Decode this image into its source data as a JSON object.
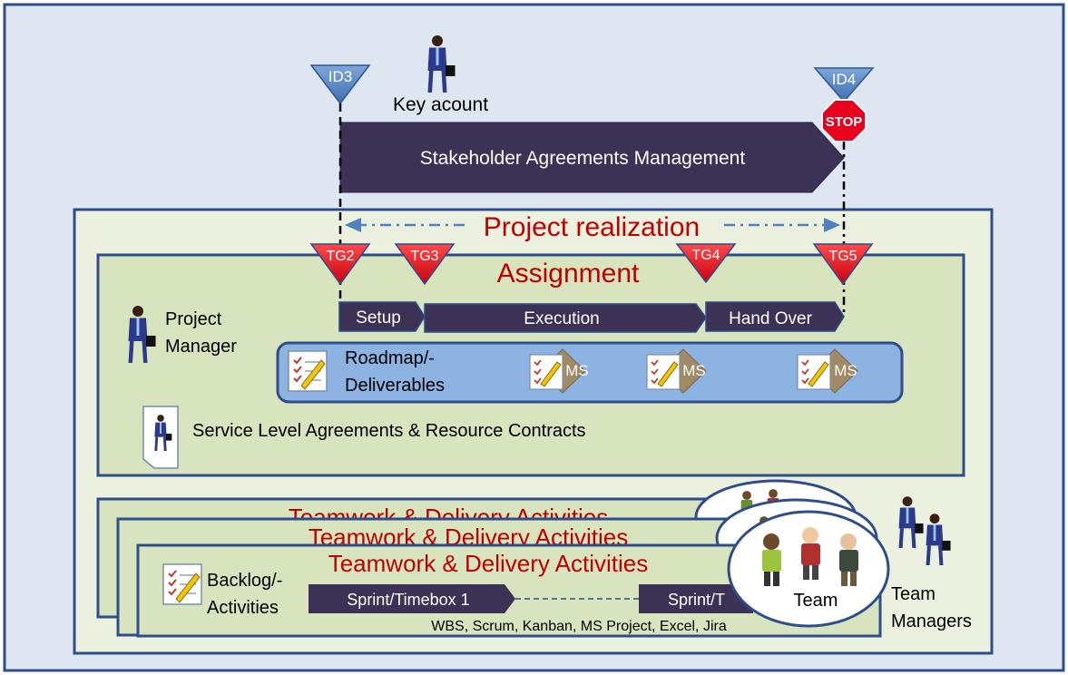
{
  "top": {
    "gate_id3": "ID3",
    "gate_id4": "ID4",
    "stop_sign": "STOP",
    "key_account_label": "Key acount",
    "stakeholder_bar_label": "Stakeholder Agreements Management"
  },
  "project_realization": {
    "title": "Project realization"
  },
  "assignment": {
    "title": "Assignment",
    "gates": [
      "TG2",
      "TG3",
      "TG4",
      "TG5"
    ],
    "phases": [
      "Setup",
      "Execution",
      "Hand Over"
    ],
    "project_manager_label_line1": "Project",
    "project_manager_label_line2": "Manager",
    "roadmap_label_line1": "Roadmap/-",
    "roadmap_label_line2": "Deliverables",
    "milestones": [
      "MS",
      "MS",
      "MS"
    ],
    "sla_label": "Service Level Agreements & Resource Contracts"
  },
  "teamwork": {
    "title": "Teamwork & Delivery Activities",
    "backlog_line1": "Backlog/-",
    "backlog_line2": "Activities",
    "sprint1": "Sprint/Timebox  1",
    "sprint2": "Sprint/T",
    "tools": "WBS, Scrum, Kanban, MS Project, Excel, Jira",
    "team_label": "Team",
    "team_managers_line1": "Team",
    "team_managers_line2": "Managers"
  },
  "colors": {
    "outer_bg": "#dde6f1",
    "frame_blue": "#2e4d8a",
    "green_panel": "#ebf0df",
    "green_inner": "#d7e4bd",
    "roadmap_blue": "#8db3e2",
    "dark_bar": "#3c3256",
    "gate_blue": "#4f81bd",
    "gate_red": "#e8001c",
    "title_red": "#c00000",
    "ms_diamond": "#a18a66"
  }
}
